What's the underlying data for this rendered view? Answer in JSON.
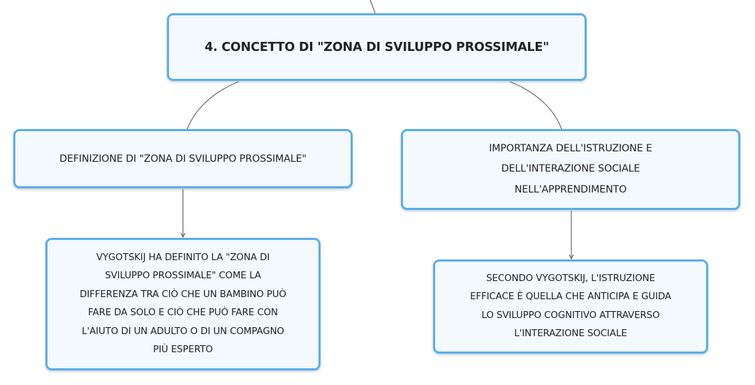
{
  "diagram": {
    "root": {
      "label": "4. CONCETTO DI \"ZONA DI SVILUPPO PROSSIMALE\""
    },
    "branches": [
      {
        "label": "DEFINIZIONE DI \"ZONA DI SVILUPPO PROSSIMALE\"",
        "child": "VYGOTSKIJ HA DEFINITO LA \"ZONA DI\nSVILUPPO PROSSIMALE\" COME LA\nDIFFERENZA TRA CIÒ CHE UN BAMBINO PUÒ\nFARE DA SOLO E CIÒ CHE PUÒ FARE CON\nL'AIUTO DI UN ADULTO O DI UN COMPAGNO\nPIÙ ESPERTO"
      },
      {
        "label": "IMPORTANZA DELL'ISTRUZIONE E\nDELL'INTERAZIONE SOCIALE\nNELL'APPRENDIMENTO",
        "child": "SECONDO VYGOTSKIJ, L'ISTRUZIONE\nEFFICACE È QUELLA CHE ANTICIPA E GUIDA\nLO SVILUPPO COGNITIVO ATTRAVERSO\nL'INTERAZIONE SOCIALE"
      }
    ]
  },
  "colors": {
    "node_border": "#5aaee6",
    "node_fill": "#f3f9fd",
    "connector": "#666666",
    "text": "#222222"
  }
}
